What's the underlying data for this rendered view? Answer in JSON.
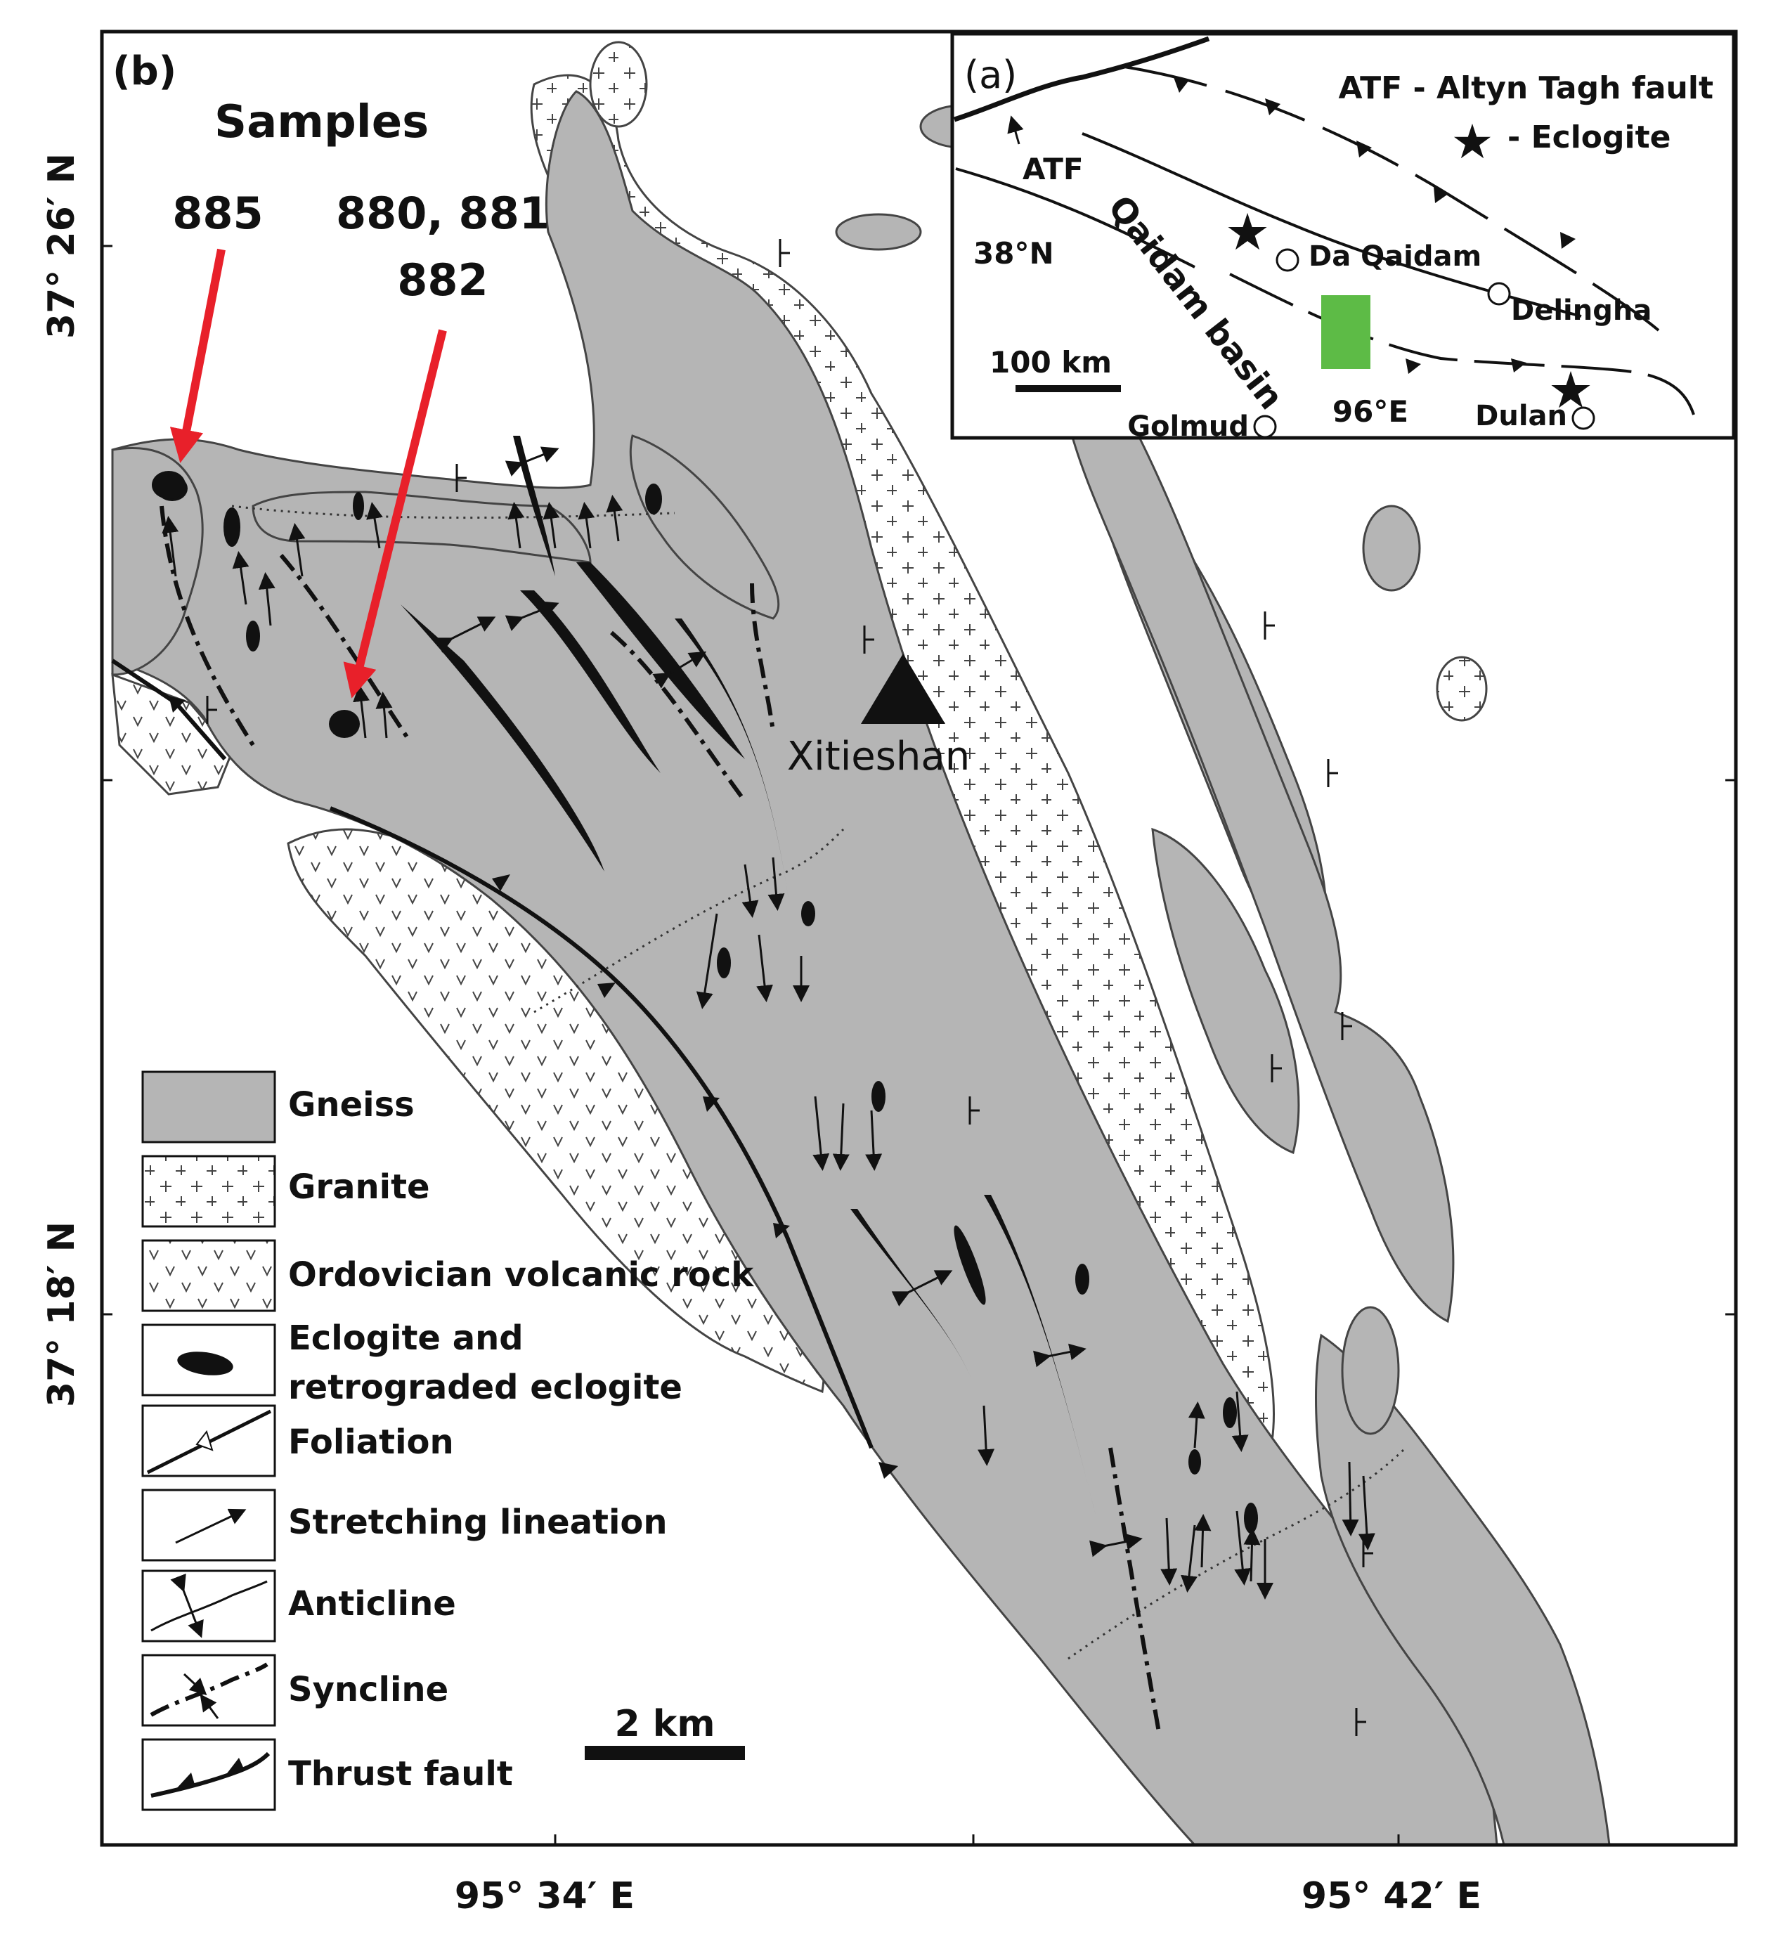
{
  "main_map": {
    "panel_label": "(b)",
    "samples_title": "Samples",
    "sample_885": "885",
    "sample_880_line1": "880, 881",
    "sample_880_line2": "882",
    "peak_name": "Xitieshan",
    "scale_bar_label": "2 km",
    "lat_top": "37° 26′ N",
    "lat_bottom": "37° 18′ N",
    "lon_left": "95° 34′ E",
    "lon_right": "95° 42′ E"
  },
  "inset": {
    "panel_label": "(a)",
    "legend_atf": "ATF - Altyn Tagh fault",
    "legend_eclogite": "- Eclogite",
    "atf_label": "ATF",
    "lat_label": "38°N",
    "basin_label": "Qaidam basin",
    "lon_label": "96°E",
    "scale_label": "100 km",
    "towns": [
      "Da Qaidam",
      "Delingha",
      "Golmud",
      "Dulan"
    ]
  },
  "legend": {
    "gneiss": "Gneiss",
    "granite": "Granite",
    "volcanic": "Ordovician volcanic rock",
    "eclogite_line1": "Eclogite and",
    "eclogite_line2": "retrograded eclogite",
    "foliation": "Foliation",
    "stretching": "Stretching lineation",
    "anticline": "Anticline",
    "syncline": "Syncline",
    "thrust": "Thrust fault"
  },
  "colors": {
    "gneiss": "#b5b5b5",
    "sample_arrow": "#e8202a",
    "study_area": "#5dbb46",
    "ink": "#111111"
  }
}
